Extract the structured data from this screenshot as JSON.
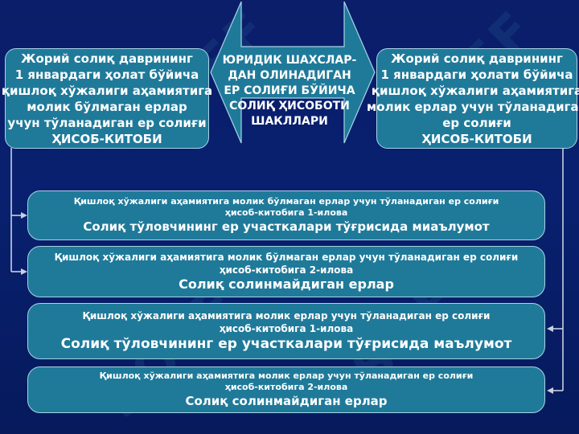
{
  "left_box": {
    "lines": [
      "Жорий солиқ даврининг",
      "1 январдаги ҳолат бўйича",
      "қишлоқ хўжалиги аҳамиятига",
      "молик бўлмаган ерлар",
      "учун тўланадиган ер солиғи",
      "ҲИСОБ-КИТОБИ"
    ]
  },
  "center": {
    "lines": [
      "ЮРИДИК ШАХСЛАР-",
      "ДАН ОЛИНАДИГАН",
      "ЕР СОЛИҒИ БЎЙИЧА",
      "СОЛИҚ ҲИСОБОТИ",
      "ШАКЛЛАРИ"
    ]
  },
  "right_box": {
    "lines": [
      "Жорий солиқ даврининг",
      "1 январдаги ҳолати бўйича",
      "қишлоқ хўжалиги аҳамиятига",
      "молик ерлар учун тўланадиган",
      "ер солиғи",
      "ҲИСОБ-КИТОБИ"
    ]
  },
  "bands": [
    {
      "line1": "Қишлоқ хўжалиги аҳамиятига молик бўлмаган ерлар учун тўланадиган ер солиғи",
      "line2": "ҳисоб-китобига  1-илова",
      "title": "Солиқ тўловчининг ер участкалари тўғрисида миаълумот"
    },
    {
      "line1": "Қишлоқ хўжалиги аҳамиятига молик бўлмаган ерлар учун тўланадиган ер солиғи",
      "line2": "ҳисоб-китобига  2-илова",
      "title": "Солиқ солинмайдиган ерлар"
    },
    {
      "line1": "Қишлоқ хўжалиги аҳамиятига молик ерлар учун тўланадиган ер солиғи",
      "line2": "ҳисоб-китобига  1-илова",
      "title": "Солиқ тўловчининг ер участкалари тўғрисида маълумот"
    },
    {
      "line1": "Қишлоқ хўжалиги аҳамиятига молик ерлар учун тўланадиган ер солиғи",
      "line2": "ҳисоб-китобига 2-илова",
      "title": "Солиқ солинмайдиган ерлар"
    }
  ],
  "watermark": "SOFF",
  "colors": {
    "background": "#0a1e6a",
    "box_fill": "#1f7a9a",
    "box_border": "#a8d4e6",
    "arrow_fill": "#1f7a9a",
    "connector": "#c8d0e0",
    "text": "#ffffff"
  }
}
